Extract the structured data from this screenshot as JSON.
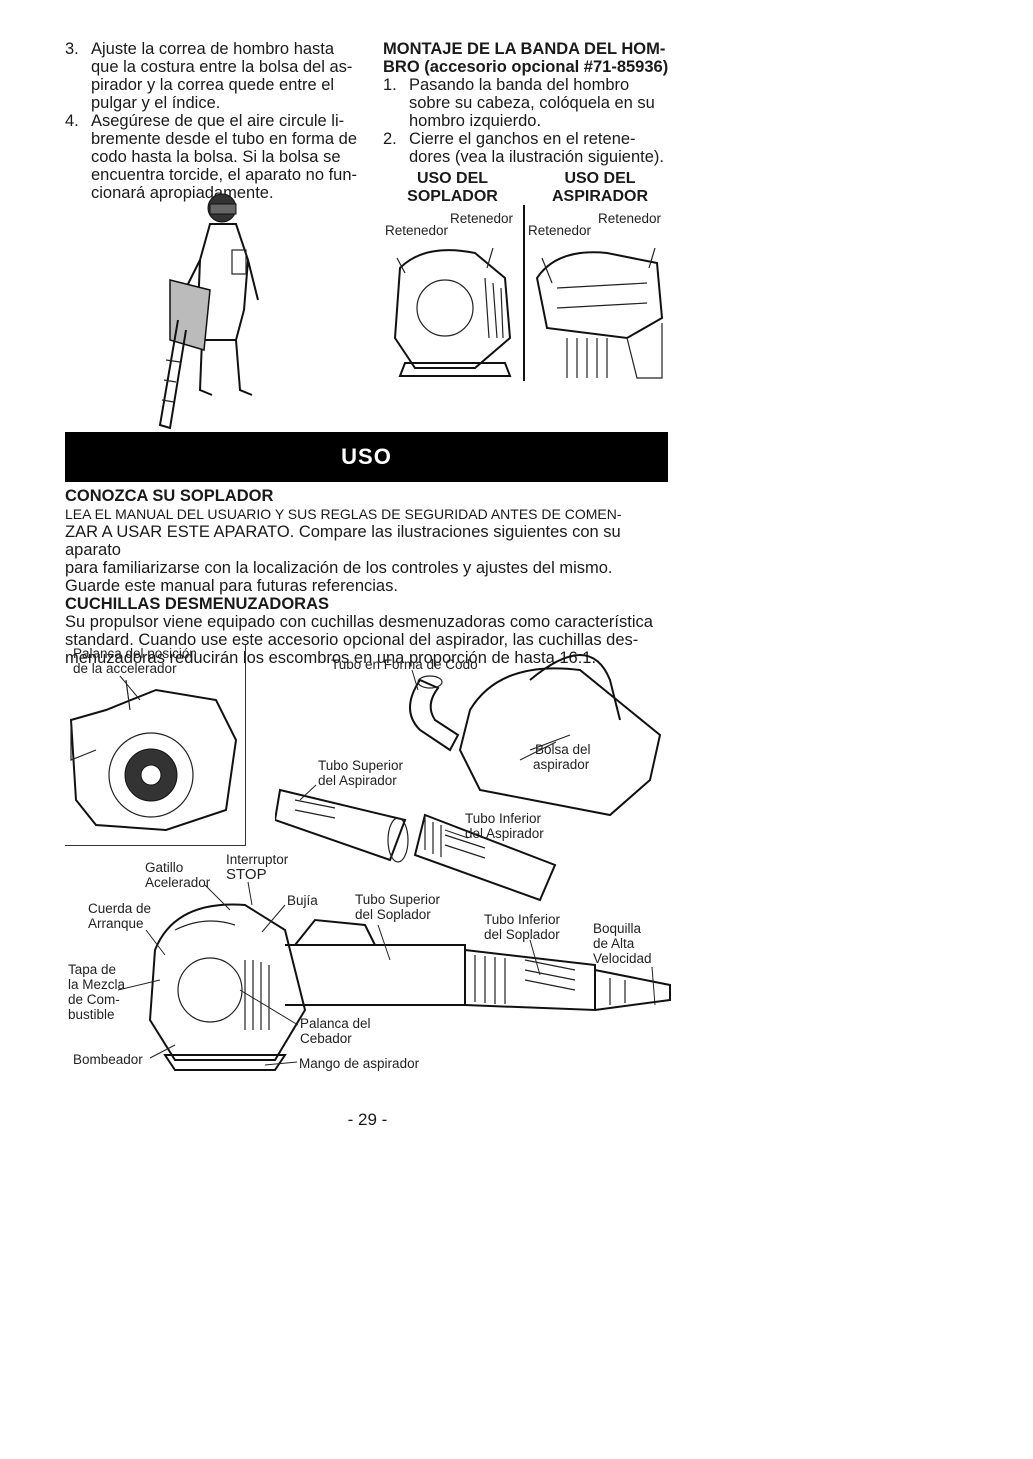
{
  "left_col": {
    "steps": [
      {
        "num": "3.",
        "lines": [
          "Ajuste la correa de hombro hasta",
          "que la costura entre la bolsa del as-",
          "pirador y la correa quede entre el",
          "pulgar y el índice."
        ]
      },
      {
        "num": "4.",
        "lines": [
          "Asegúrese de que el aire circule li-",
          "bremente desde el tubo en forma de",
          "codo hasta la bolsa. Si la bolsa se",
          "encuentra torcide, el aparato no fun-",
          "cionará apropiadamente."
        ]
      }
    ]
  },
  "right_col": {
    "heading": [
      "MONTAJE DE LA BANDA DEL HOM-",
      "BRO (accesorio opcional #71-85936)"
    ],
    "steps": [
      {
        "num": "1.",
        "lines": [
          "Pasando la banda del hombro",
          "sobre su cabeza, colóquela en su",
          "hombro izquierdo."
        ]
      },
      {
        "num": "2.",
        "lines": [
          "Cierre el ganchos en el retene-",
          "dores (vea la ilustración siguiente)."
        ]
      }
    ]
  },
  "fig_modes": {
    "blower_title": [
      "USO DEL",
      "SOPLADOR"
    ],
    "vac_title": [
      "USO DEL",
      "ASPIRADOR"
    ],
    "retainer": "Retenedor"
  },
  "banner": "USO",
  "section1": {
    "heading": "CONOZCA SU SOPLADOR",
    "caps_lines": [
      "LEA EL MANUAL DEL USUARIO Y SUS REGLAS DE SEGURIDAD ANTES DE COMEN-"
    ],
    "lines": [
      "ZAR A USAR ESTE APARATO. Compare las ilustraciones siguientes con su aparato",
      "para familiarizarse con la localización de los controles y ajustes del mismo.",
      "Guarde este manual para futuras referencias."
    ]
  },
  "section2": {
    "heading": "CUCHILLAS DESMENUZADORAS",
    "lines": [
      "Su propulsor viene equipado con cuchillas desmenuzadoras como característica",
      "standard. Cuando use este accesorio opcional del aspirador, las cuchillas des-",
      "menuzadoras reducirán los escombros en una proporción de hasta 16:1."
    ]
  },
  "diagram_labels": {
    "throttle_position": [
      "Palanca del posición",
      "de la accelerador"
    ],
    "elbow": "Tubo en Forma de Codo",
    "bag": [
      "Bolsa del",
      "aspirador"
    ],
    "upper_vac": [
      "Tubo Superior",
      "del Aspirador"
    ],
    "lower_vac": [
      "Tubo Inferior",
      "del Aspirador"
    ],
    "trigger": [
      "Gatillo",
      "Acelerador"
    ],
    "stop": [
      "Interruptor",
      "STOP"
    ],
    "starter": [
      "Cuerda de",
      "Arranque"
    ],
    "spark": "Bujía",
    "upper_blower": [
      "Tubo Superior",
      "del Soplador"
    ],
    "lower_blower": [
      "Tubo Inferior",
      "del Soplador"
    ],
    "nozzle": [
      "Boquilla",
      "de Alta",
      "Velocidad"
    ],
    "fuel_cap": [
      "Tapa de",
      "la Mezcla",
      "de Com-",
      "bustible"
    ],
    "choke": [
      "Palanca del",
      "Cebador"
    ],
    "primer": "Bombeador",
    "vac_handle": "Mango de aspirador"
  },
  "page_number": "- 29 -"
}
